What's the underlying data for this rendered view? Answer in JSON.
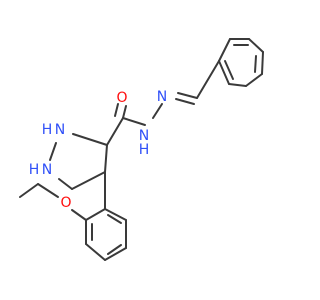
{
  "molecule": {
    "atoms": {
      "hydrazone_nh": "N",
      "hydrazone_h": "H",
      "imine_n": "N",
      "carbonyl_o": "O",
      "ring_n1": "N",
      "ring_h1": "H",
      "ring_n2": "N",
      "ring_h2": "H",
      "ether_o": "O"
    },
    "colors": {
      "bond": "#3a3a3a",
      "nitrogen": "#3050f8",
      "oxygen": "#ff0d0d"
    }
  }
}
